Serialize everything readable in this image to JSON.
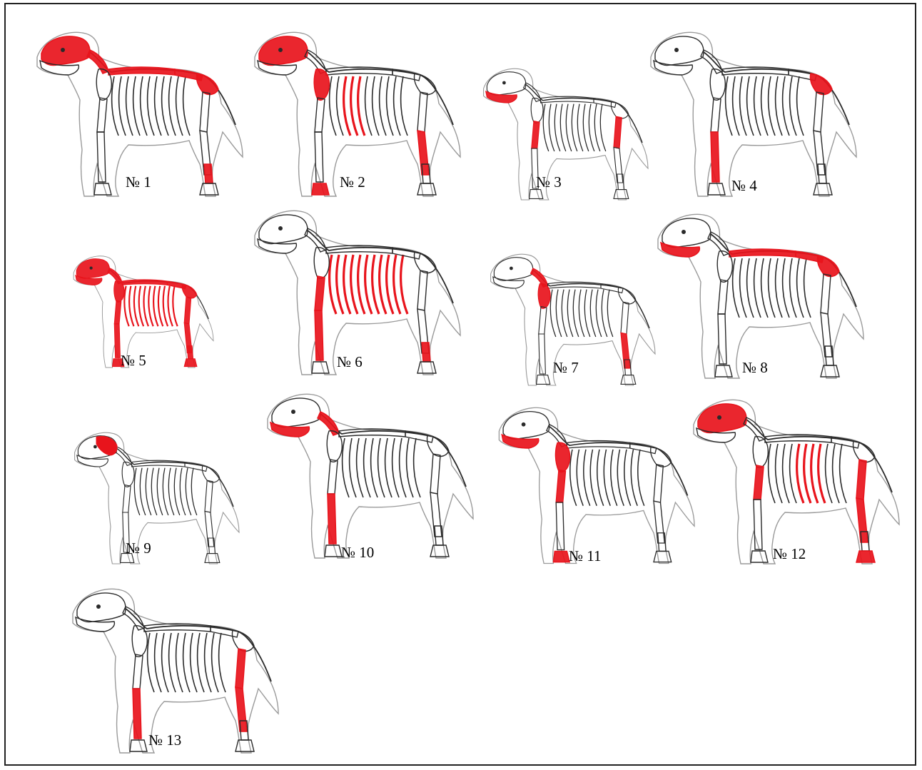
{
  "figure": {
    "specimens": [
      {
        "label": "№ 1",
        "highlight": [
          "skull",
          "cervical",
          "thoracic",
          "lumbar",
          "pelvis",
          "hind_tarsus"
        ]
      },
      {
        "label": "№ 2",
        "highlight": [
          "skull",
          "ribs_front",
          "scapula",
          "hind_tibia",
          "fore_paw"
        ]
      },
      {
        "label": "№ 3",
        "highlight": [
          "mandible",
          "fore_humerus",
          "hind_femur"
        ]
      },
      {
        "label": "№ 4",
        "highlight": [
          "pelvis",
          "fore_radius"
        ]
      },
      {
        "label": "№ 5",
        "highlight": [
          "all"
        ]
      },
      {
        "label": "№ 6",
        "highlight": [
          "ribs_all",
          "fore_humerus",
          "fore_radius",
          "hind_tarsus"
        ]
      },
      {
        "label": "№ 7",
        "highlight": [
          "cervical",
          "scapula",
          "hind_tibia"
        ]
      },
      {
        "label": "№ 8",
        "highlight": [
          "mandible",
          "thoracic",
          "pelvis",
          "lumbar"
        ]
      },
      {
        "label": "№ 9",
        "highlight": [
          "skull_back"
        ]
      },
      {
        "label": "№ 10",
        "highlight": [
          "cervical",
          "fore_radius",
          "mandible"
        ]
      },
      {
        "label": "№ 11",
        "highlight": [
          "mandible",
          "scapula",
          "fore_humerus",
          "fore_paw"
        ]
      },
      {
        "label": "№ 12",
        "highlight": [
          "skull",
          "ribs_mid",
          "fore_humerus",
          "hind_femur",
          "hind_tibia",
          "hind_paw"
        ]
      },
      {
        "label": "№ 13",
        "highlight": [
          "hind_femur",
          "hind_tibia",
          "fore_radius"
        ]
      }
    ],
    "colors": {
      "highlight": "#e8141c",
      "bone": "#2a2a2a",
      "outline": "#9a9a9a"
    }
  }
}
